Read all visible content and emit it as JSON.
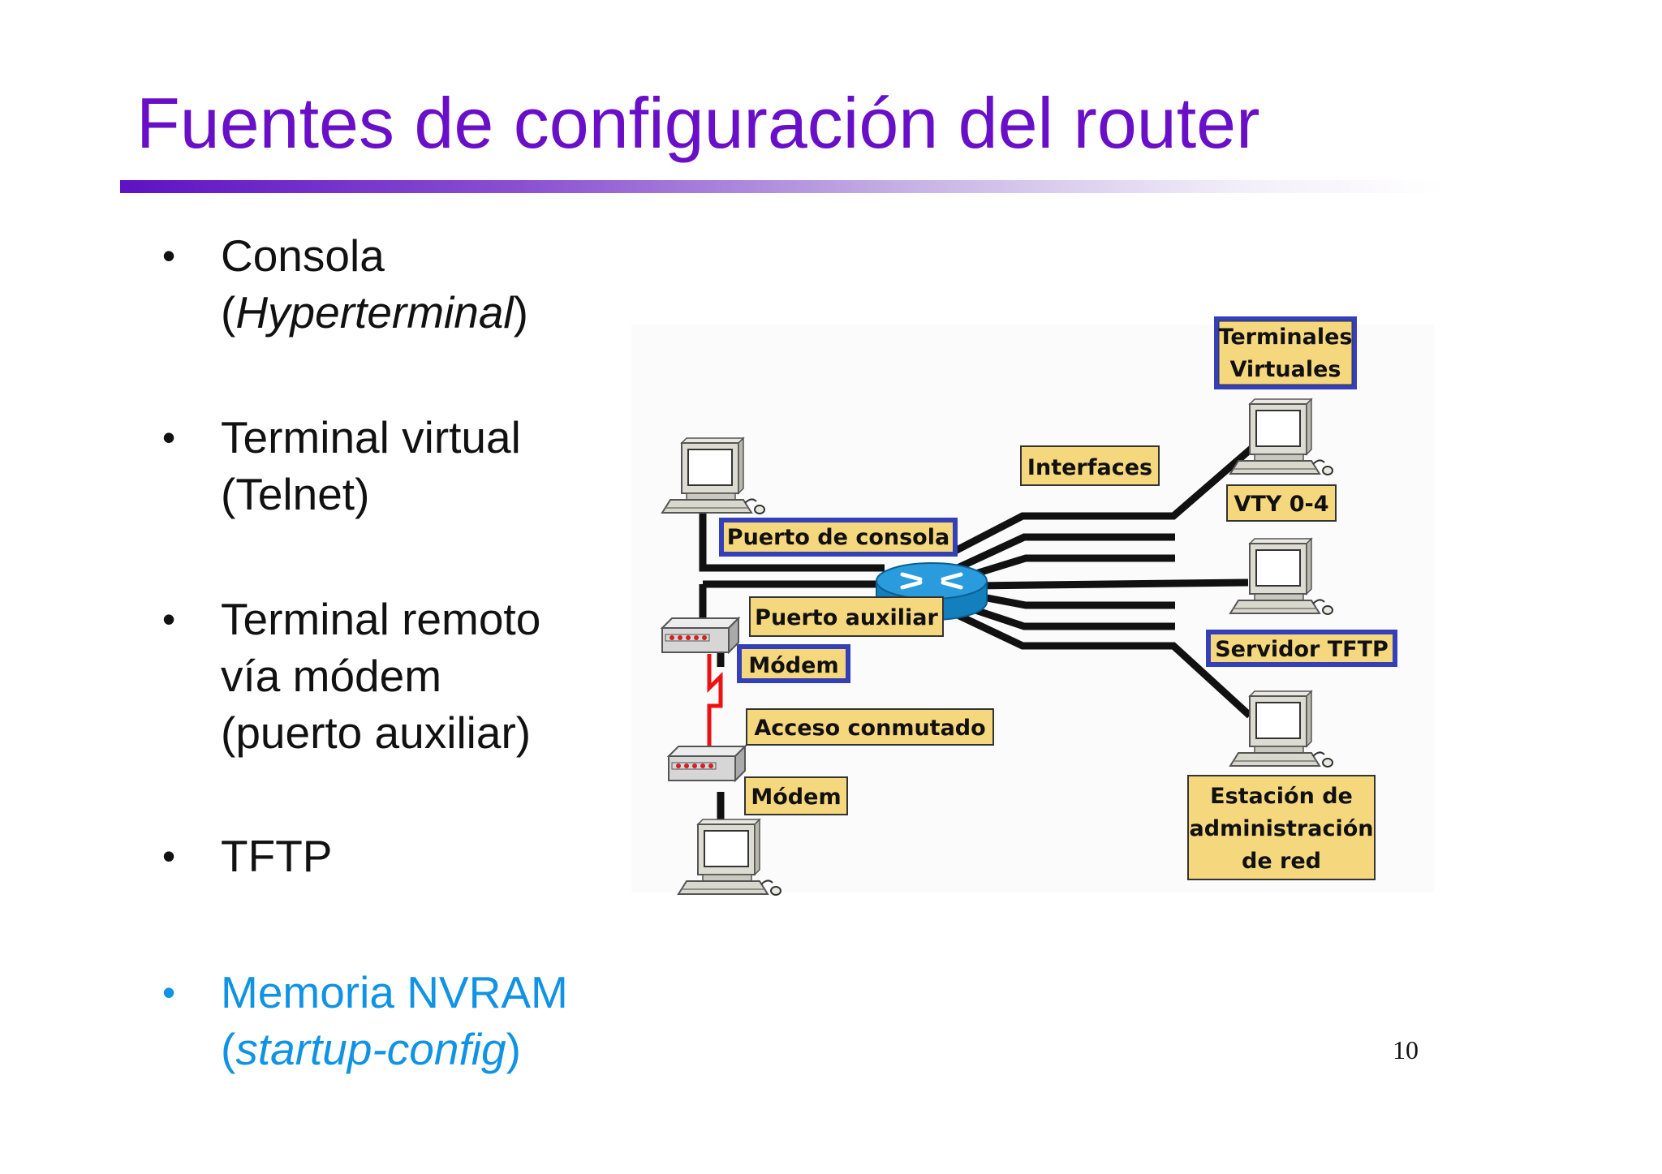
{
  "slide": {
    "title": "Fuentes de configuración del router",
    "page_number": "10"
  },
  "bullets": [
    {
      "line1": "Consola",
      "line2_open": "(",
      "line2_italic": "Hyperterminal",
      "line2_close": ")"
    },
    {
      "line1": "Terminal virtual",
      "line2": "(Telnet)"
    },
    {
      "line1": "Terminal remoto",
      "line2": "vía módem",
      "line3": "(puerto auxiliar)"
    },
    {
      "line1": "TFTP"
    },
    {
      "line1": "Memoria NVRAM",
      "line2_open": "(",
      "line2_italic": "startup-config",
      "line2_close": ")"
    }
  ],
  "colors": {
    "title": "#6a0fc8",
    "highlight_bullet": "#1193e3",
    "label_fill": "#f5d77e",
    "label_border_blue": "#3340b8",
    "router": "#1e8fd0"
  },
  "diagram": {
    "labels": {
      "terminales_line1": "Terminales",
      "terminales_line2": "Virtuales",
      "interfaces": "Interfaces",
      "vty": "VTY 0-4",
      "puerto_consola": "Puerto de consola",
      "puerto_auxiliar": "Puerto auxiliar",
      "servidor_tftp": "Servidor TFTP",
      "modem_top": "Módem",
      "acceso_conmutado": "Acceso conmutado",
      "modem_bottom": "Módem",
      "estacion_line1": "Estación de",
      "estacion_line2": "administración",
      "estacion_line3": "de red"
    },
    "icons": [
      "computer-icon",
      "modem-icon",
      "router-icon"
    ]
  }
}
